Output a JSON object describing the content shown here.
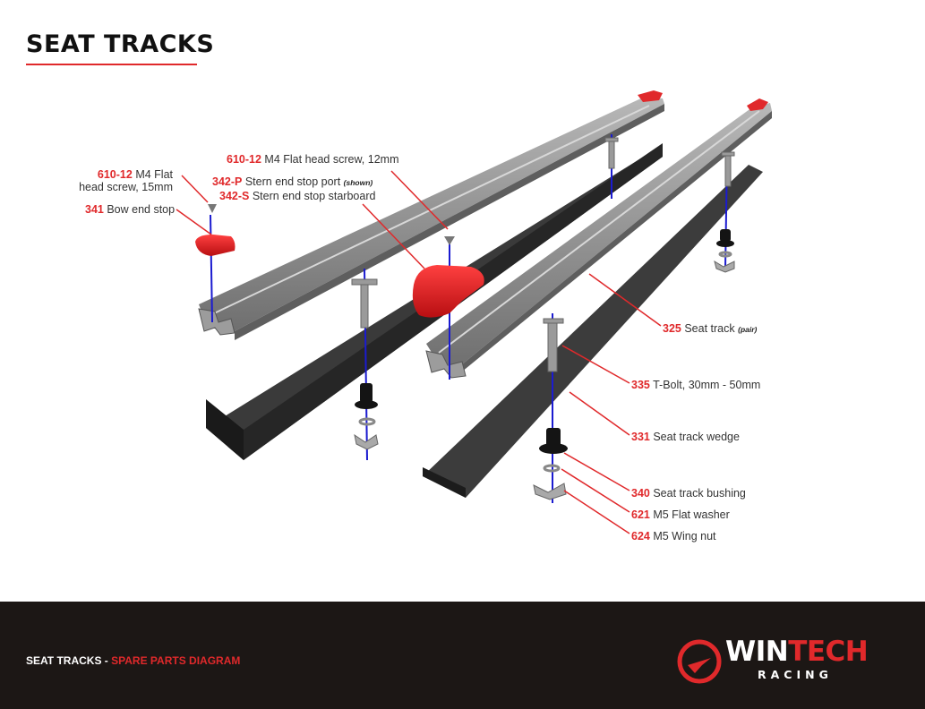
{
  "page": {
    "title": "SEAT TRACKS"
  },
  "callouts": [
    {
      "id": "610-12-a",
      "code": "610-12",
      "text": "M4 Flat",
      "text2": "head screw, 15mm"
    },
    {
      "id": "341",
      "code": "341",
      "text": "Bow end stop"
    },
    {
      "id": "610-12-b",
      "code": "610-12",
      "text": "M4 Flat head screw, 12mm"
    },
    {
      "id": "342-P",
      "code": "342-P",
      "text": "Stern end stop port",
      "note": "(shown)"
    },
    {
      "id": "342-S",
      "code": "342-S",
      "text": "Stern end stop starboard"
    },
    {
      "id": "325",
      "code": "325",
      "text": "Seat track",
      "note": "(pair)"
    },
    {
      "id": "335",
      "code": "335",
      "text": "T-Bolt, 30mm - 50mm"
    },
    {
      "id": "331",
      "code": "331",
      "text": "Seat track wedge"
    },
    {
      "id": "340",
      "code": "340",
      "text": "Seat track bushing"
    },
    {
      "id": "621",
      "code": "621",
      "text": "M5 Flat washer"
    },
    {
      "id": "624",
      "code": "624",
      "text": "M5 Wing nut"
    }
  ],
  "footer": {
    "label": "SEAT TRACKS -",
    "label_accent": "SPARE PARTS DIAGRAM",
    "logo_win": "WIN",
    "logo_tech": "TECH",
    "logo_sub": "RACING"
  },
  "colors": {
    "accent": "#e0292b",
    "footer_bg": "#1c1715",
    "track": "#8a8a8a",
    "wedge": "#2b2b2b",
    "axis_line": "#1b1bd0"
  }
}
